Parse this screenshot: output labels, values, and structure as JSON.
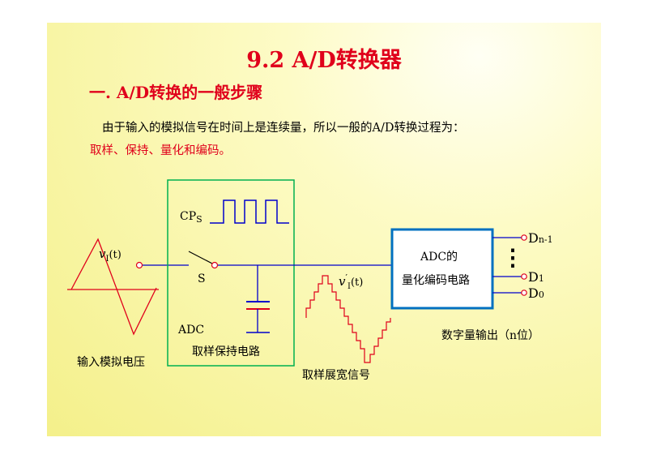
{
  "slide": {
    "title": "9.2  A/D转换器",
    "subtitle": "一. A/D转换的一般步骤",
    "paragraph_line1": "由于输入的模拟信号在时间上是连续量，所以一般的A/D转换过程为：",
    "paragraph_line2": "取样、保持、量化和编码。"
  },
  "diagram": {
    "input": {
      "signal_symbol": "v",
      "signal_subscript": "I",
      "signal_arg": "(t)",
      "caption": "输入模拟电压"
    },
    "sample_hold": {
      "clock_label": "CP",
      "clock_subscript": "S",
      "switch_label": "S",
      "block_label": "ADC",
      "caption": "取样保持电路"
    },
    "sampled": {
      "signal_symbol": "v",
      "signal_prime": "′",
      "signal_subscript": "I",
      "signal_arg": "(t)",
      "caption": "取样展宽信号"
    },
    "adc_block": {
      "line1": "ADC的",
      "line2": "量化编码电路"
    },
    "outputs": {
      "d_top": "D",
      "d_top_sub": "n-1",
      "d_mid": "D",
      "d_mid_sub": "1",
      "d_bot": "D",
      "d_bot_sub": "0",
      "ellipsis": "⋮",
      "caption": "数字量输出（n位）"
    },
    "colors": {
      "box_green": "#00b050",
      "wire_blue": "#0000cc",
      "adc_box_blue": "#0070c0",
      "signal_red": "#e0001b",
      "title_red": "#e0001b"
    }
  }
}
